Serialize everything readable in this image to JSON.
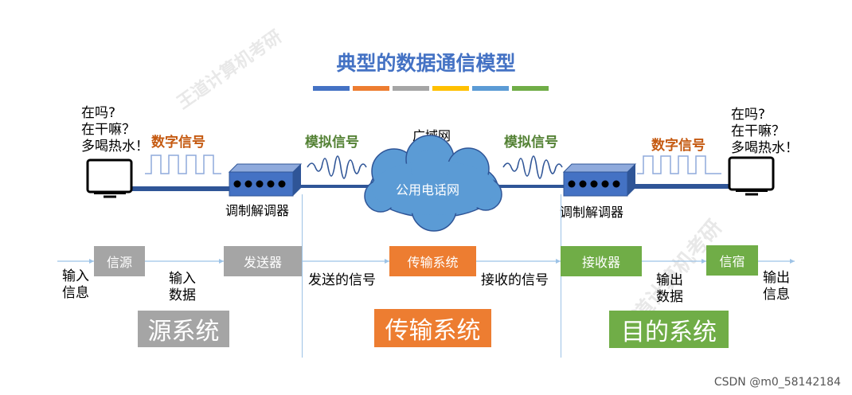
{
  "title": "典型的数据通信模型",
  "colors": [
    "#4472c4",
    "#ed7d31",
    "#a5a5a5",
    "#ffc000",
    "#5b9bd5",
    "#70ad47"
  ],
  "left_message": [
    "在吗?",
    "在干嘛？",
    "多喝热水！"
  ],
  "right_message": [
    "在吗?",
    "在干嘛？",
    "多喝热水！"
  ],
  "digital_signal_left": "数字信号",
  "digital_signal_right": "数字信号",
  "analog_signal_left": "模拟信号",
  "analog_signal_right": "模拟信号",
  "wan_label": "广域网",
  "cloud_label": "公用电话网",
  "modem_left": "调制解调器",
  "modem_right": "调制解调器",
  "flow": {
    "input_info": "输入\n信息",
    "source": "信源",
    "input_data": "输入\n数据",
    "transmitter": "发送器",
    "sent_signal": "发送的信号",
    "transmission_system": "传输系统",
    "received_signal": "接收的信号",
    "receiver": "接收器",
    "output_data": "输出\n数据",
    "destination": "信宿",
    "output_info": "输出\n信息"
  },
  "systems": {
    "source_system": "源系统",
    "transmission_system": "传输系统",
    "destination_system": "目的系统"
  },
  "footer": "CSDN @m0_58142184"
}
